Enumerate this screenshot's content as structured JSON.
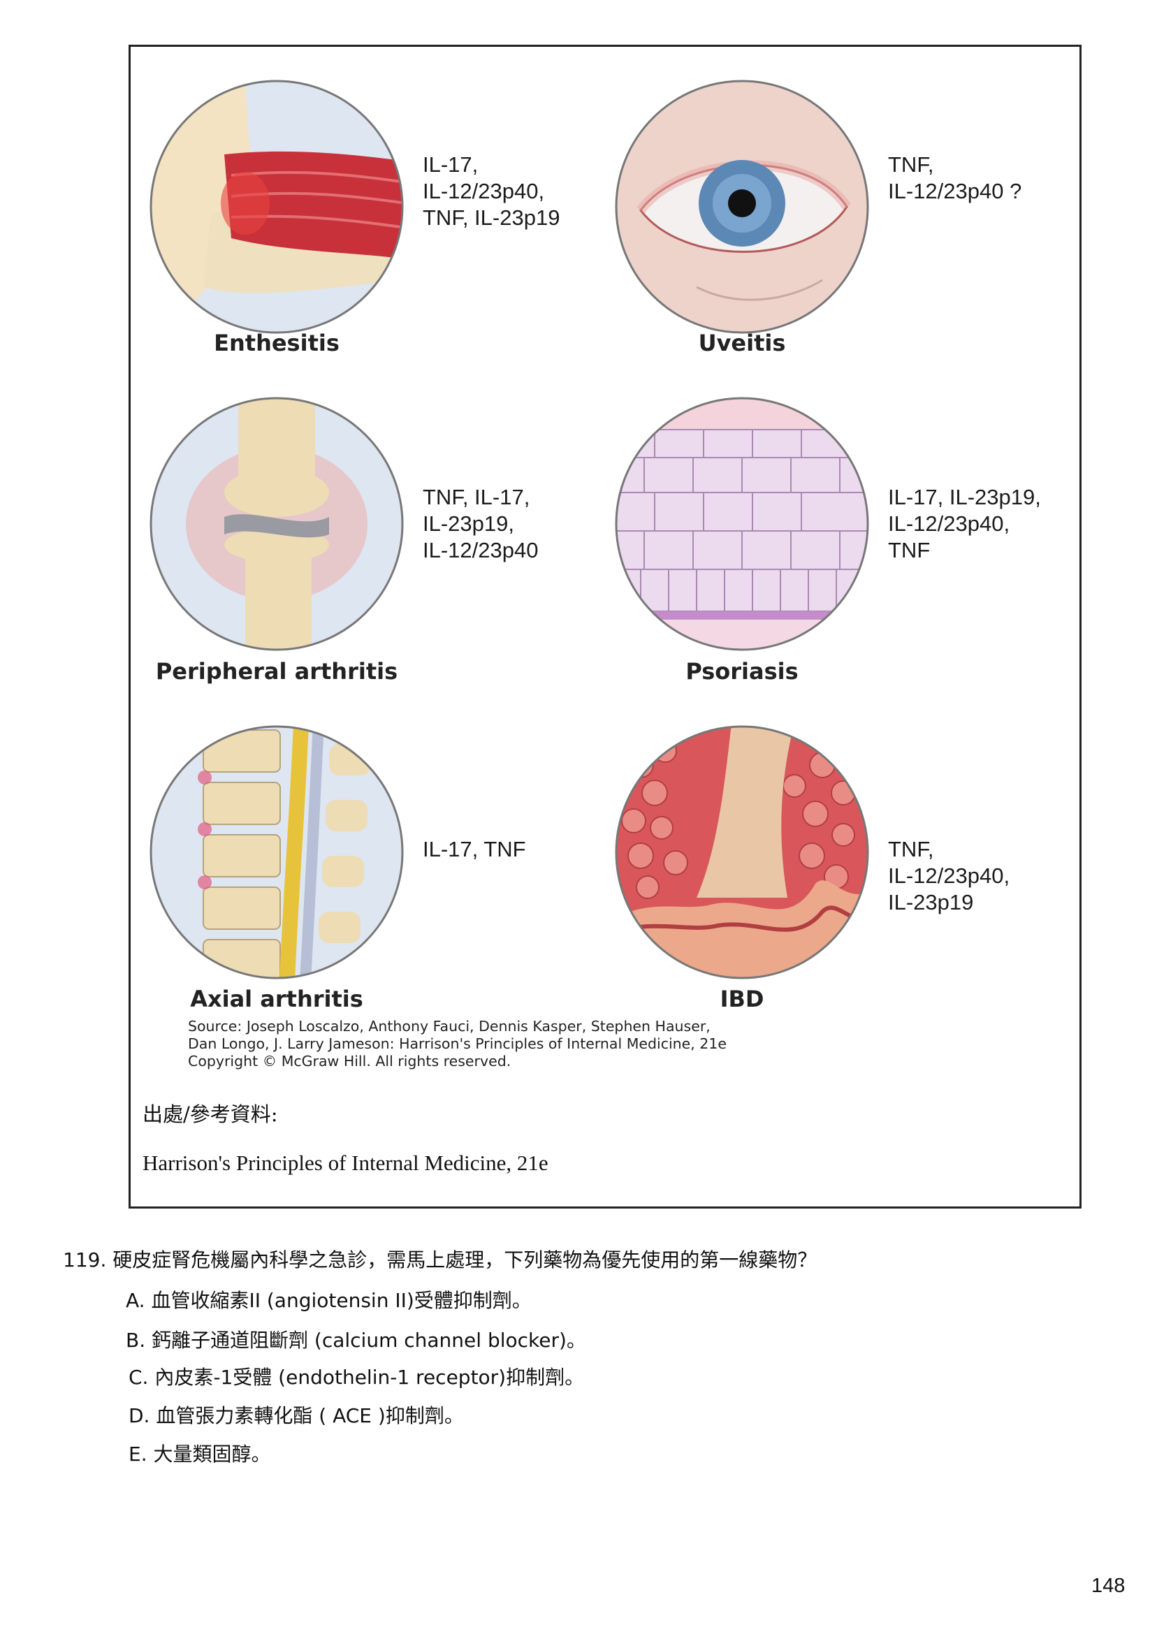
{
  "figure": {
    "panels": [
      {
        "label": "Enthesitis",
        "cytokines": "IL-17,\nIL-12/23p40,\nTNF, IL-23p19"
      },
      {
        "label": "Uveitis",
        "cytokines": "TNF,\nIL-12/23p40 ?"
      },
      {
        "label": "Peripheral arthritis",
        "cytokines": "TNF, IL-17,\nIL-23p19,\nIL-12/23p40"
      },
      {
        "label": "Psoriasis",
        "cytokines": "IL-17, IL-23p19,\nIL-12/23p40,\nTNF"
      },
      {
        "label": "Axial arthritis",
        "cytokines": "IL-17, TNF"
      },
      {
        "label": "IBD",
        "cytokines": "TNF,\nIL-12/23p40,\nIL-23p19"
      }
    ],
    "source_lines": [
      "Source: Joseph Loscalzo, Anthony Fauci, Dennis Kasper, Stephen Hauser,",
      "Dan Longo, J. Larry Jameson: Harrison's Principles of Internal Medicine, 21e",
      "Copyright © McGraw Hill. All rights reserved."
    ],
    "reference_label": "出處/參考資料:",
    "reference_text": "Harrison's Principles of Internal Medicine, 21e"
  },
  "question": {
    "text": "119. 硬皮症腎危機屬內科學之急診，需馬上處理，下列藥物為優先使用的第一線藥物？",
    "options": [
      "A. 血管收縮素II (angiotensin II)受體抑制劑。",
      "B. 鈣離子通道阻斷劑 (calcium channel blocker)。",
      "C. 內皮素-1受體 (endothelin-1 receptor)抑制劑。",
      "D. 血管張力素轉化酯 ( ACE )抑制劑。",
      "E. 大量類固醇。"
    ]
  },
  "page_number": "148",
  "colors": {
    "muscle_red": "#c8303a",
    "bone": "#eedcb5",
    "iris_blue": "#5b88b5",
    "skin_pink": "#f2d3d6",
    "mucosa_red": "#d9575a",
    "circle_bg": "#dfe7f2"
  }
}
